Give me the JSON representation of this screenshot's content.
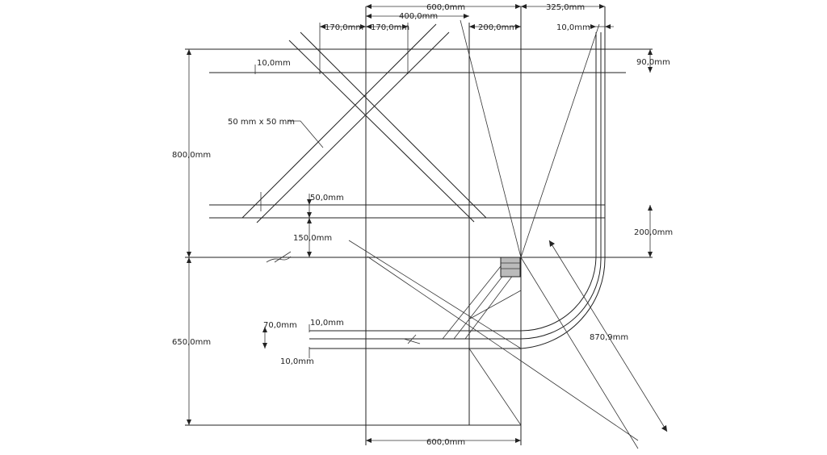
{
  "drawing": {
    "dims": {
      "top_600": "600,0mm",
      "top_400": "400,0mm",
      "top_325": "325,0mm",
      "top_170_left": "170,0mm",
      "top_170_right": "170,0mm",
      "top_200": "200,0mm",
      "top_10_right": "10,0mm",
      "left_10": "10,0mm",
      "right_90": "90,0mm",
      "label_50x50": "50 mm x 50 mm",
      "left_800": "800,0mm",
      "mid_50": "50,0mm",
      "right_200": "200,0mm",
      "mid_150": "150,0mm",
      "left_650": "650,0mm",
      "low_70": "70,0mm",
      "low_10_a": "10,0mm",
      "low_10_b": "10,0mm",
      "diag_870": "870,9mm",
      "bottom_600": "600,0mm"
    }
  }
}
